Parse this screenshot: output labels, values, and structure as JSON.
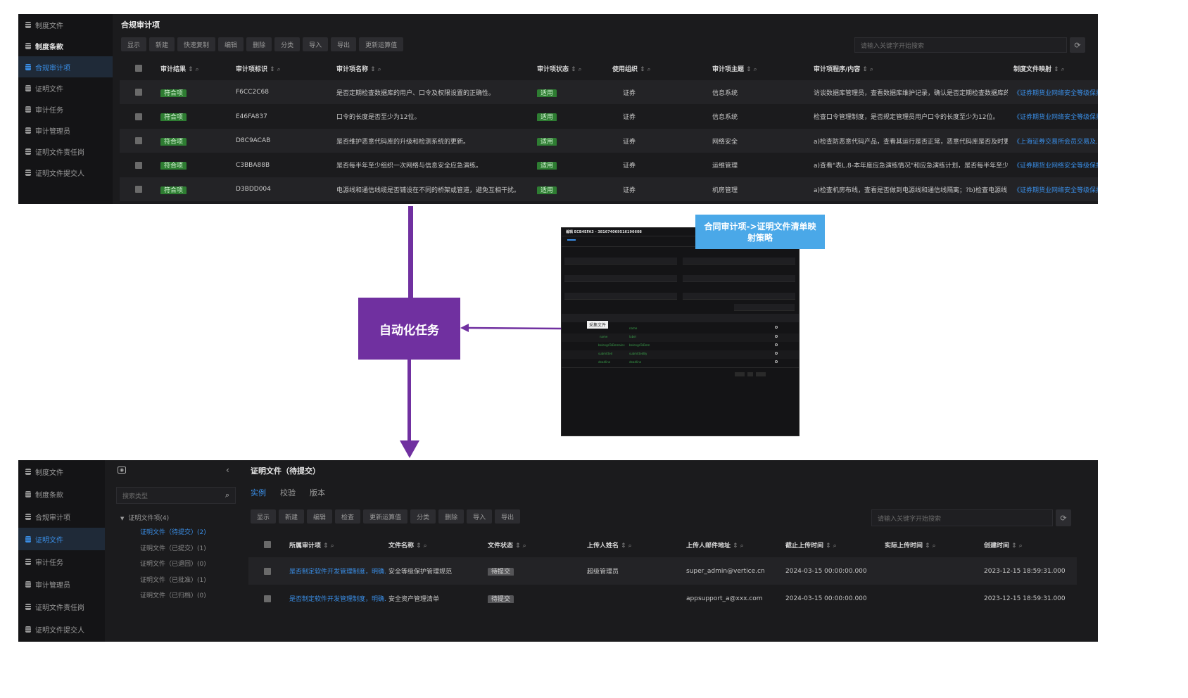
{
  "top_panel": {
    "sidebar": [
      {
        "label": "制度文件",
        "state": "normal"
      },
      {
        "label": "制度条款",
        "state": "bold"
      },
      {
        "label": "合规审计项",
        "state": "active"
      },
      {
        "label": "证明文件",
        "state": "normal"
      },
      {
        "label": "审计任务",
        "state": "normal"
      },
      {
        "label": "审计管理员",
        "state": "normal"
      },
      {
        "label": "证明文件责任岗",
        "state": "normal"
      },
      {
        "label": "证明文件提交人",
        "state": "normal"
      }
    ],
    "title": "合规审计项",
    "toolbar": [
      "显示",
      "新建",
      "快速复制",
      "编辑",
      "删除",
      "分类",
      "导入",
      "导出",
      "更新运算值"
    ],
    "search_placeholder": "请输入关键字开始搜索",
    "refresh_icon": "refresh-icon",
    "columns": [
      "审计结果",
      "审计项标识",
      "审计项名称",
      "审计项状态",
      "使用组织",
      "审计项主题",
      "审计项程序/内容",
      "制度文件映射"
    ],
    "rows": [
      {
        "result": "符合项",
        "id": "F6CC2C68",
        "name": "是否定期检查数据库的用户、口令及权限设置的正确性。",
        "status": "适用",
        "org": "证券",
        "topic": "信息系统",
        "procedure": "访谈数据库管理员，查看数据库维护记录，确认是否定期检查数据库的...",
        "mapping": "《证券期货业网络安全等级保护..."
      },
      {
        "result": "符合项",
        "id": "E46FA837",
        "name": "口令的长度是否至少为12位。",
        "status": "适用",
        "org": "证券",
        "topic": "信息系统",
        "procedure": "检查口令管理制度，是否规定管理员用户口令的长度至少为12位。",
        "mapping": "《证券期货业网络安全等级保护..."
      },
      {
        "result": "符合项",
        "id": "D8C9ACAB",
        "name": "是否维护恶意代码库的升级和检测系统的更新。",
        "status": "适用",
        "org": "证券",
        "topic": "网络安全",
        "procedure": "a)检查防恶意代码产品，查看其运行是否正常，恶意代码库是否及时更...",
        "mapping": "《上海证券交易所会员交易及..."
      },
      {
        "result": "符合项",
        "id": "C3BBA88B",
        "name": "是否每半年至少组织一次网络与信息安全应急演练。",
        "status": "适用",
        "org": "证券",
        "topic": "运维管理",
        "procedure": "a)查看\"表L.8-本年度应急演练情况\"和应急演练计划，是否每半年至少组...",
        "mapping": "《证券期货业网络安全等级保护..."
      },
      {
        "result": "符合项",
        "id": "D3BDD004",
        "name": "电源线和通信线缆是否铺设在不同的桥架或管道，避免互相干扰。",
        "status": "适用",
        "org": "证券",
        "topic": "机房管理",
        "procedure": "a)检查机房布线，查看是否做到电源线和通信线隔离；?b)检查电源线...",
        "mapping": "《证券期货业网络安全等级保护..."
      }
    ]
  },
  "flow": {
    "task_label": "自动化任务",
    "callout": "合同审计项->证明文件清单映射策略",
    "mini_title": "编辑 ECB4EFA3 - 381674069516196608",
    "mini_tooltip": "采集文件",
    "accent": "#7030a0",
    "callout_color": "#4aa8e8"
  },
  "bottom_panel": {
    "sidebar": [
      {
        "label": "制度文件",
        "state": "normal"
      },
      {
        "label": "制度条款",
        "state": "normal"
      },
      {
        "label": "合规审计项",
        "state": "normal"
      },
      {
        "label": "证明文件",
        "state": "active"
      },
      {
        "label": "审计任务",
        "state": "normal"
      },
      {
        "label": "审计管理员",
        "state": "normal"
      },
      {
        "label": "证明文件责任岗",
        "state": "normal"
      },
      {
        "label": "证明文件提交人",
        "state": "normal"
      }
    ],
    "tree_search_placeholder": "搜索类型",
    "tree_root": "证明文件项(4)",
    "tree_children": [
      {
        "label": "证明文件（待提交）(2)",
        "active": true
      },
      {
        "label": "证明文件（已提交）(1)",
        "active": false
      },
      {
        "label": "证明文件（已退回）(0)",
        "active": false
      },
      {
        "label": "证明文件（已批准）(1)",
        "active": false
      },
      {
        "label": "证明文件（已归档）(0)",
        "active": false
      }
    ],
    "title": "证明文件（待提交）",
    "subtabs": [
      "实例",
      "校验",
      "版本"
    ],
    "toolbar": [
      "显示",
      "新建",
      "编辑",
      "检查",
      "更新运算值",
      "分类",
      "删除",
      "导入",
      "导出"
    ],
    "search_placeholder": "请输入关键字开始搜索",
    "columns": [
      "所属审计项",
      "文件名称",
      "文件状态",
      "上传人姓名",
      "上传人邮件地址",
      "截止上传时间",
      "实际上传时间",
      "创建时间"
    ],
    "rows": [
      {
        "audit": "是否制定软件开发管理制度，明确...",
        "file": "安全等级保护管理规范",
        "status": "待提交",
        "uploader": "超级管理员",
        "email": "super_admin@vertice.cn",
        "deadline": "2024-03-15 00:00:00.000",
        "actual": "",
        "created": "2023-12-15 18:59:31.000"
      },
      {
        "audit": "是否制定软件开发管理制度，明确...",
        "file": "安全资产管理清单",
        "status": "待提交",
        "uploader": "",
        "email": "appsupport_a@xxx.com",
        "deadline": "2024-03-15 00:00:00.000",
        "actual": "",
        "created": "2023-12-15 18:59:31.000"
      }
    ]
  }
}
